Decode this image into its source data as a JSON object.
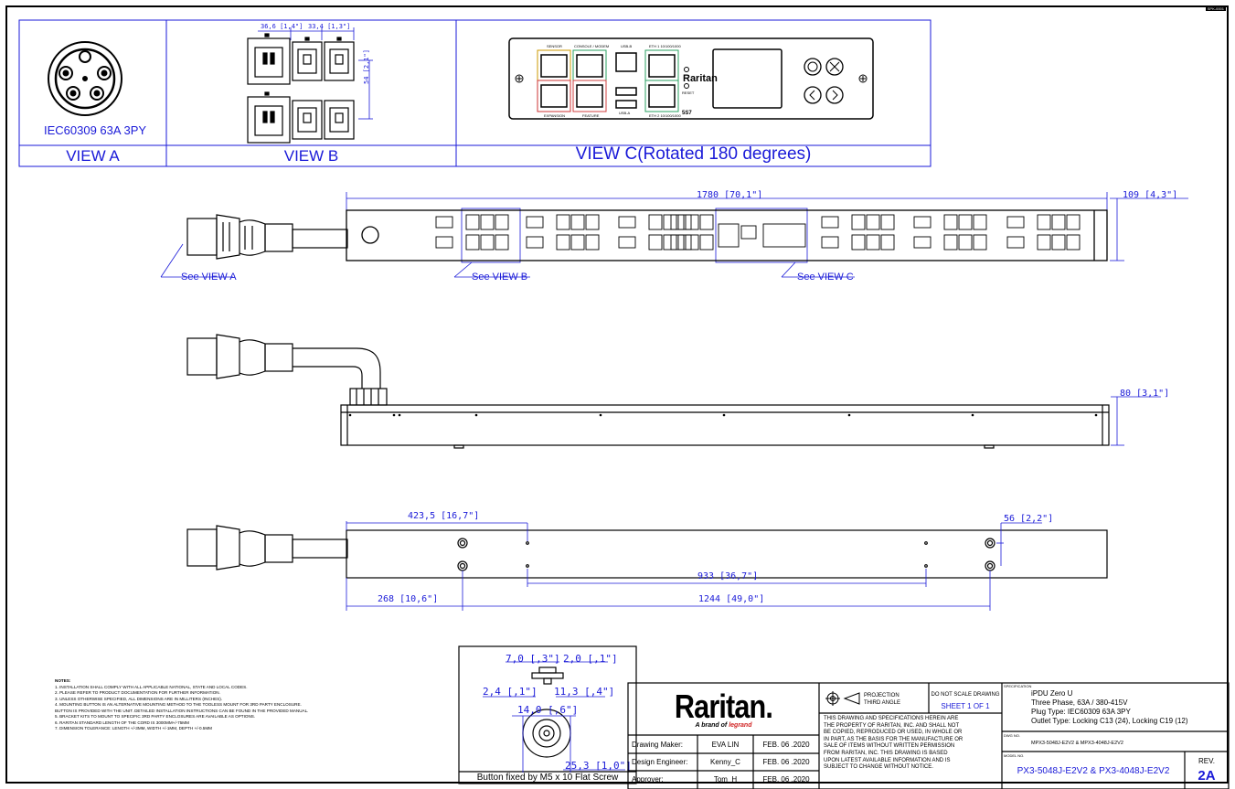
{
  "corner_tag": "SPK-0001",
  "views": {
    "a": {
      "caption": "VIEW A",
      "plug_label": "IEC60309 63A 3PY"
    },
    "b": {
      "caption": "VIEW B",
      "dim_w1": "36,6 [1,4\"]",
      "dim_w2": "33,4 [1,3\"]",
      "dim_h": "54 [2,1\"]"
    },
    "c": {
      "caption": "VIEW C(Rotated 180 degrees)",
      "port_labels": [
        "SENSOR",
        "CONSOLE / MODEM",
        "USB-B",
        "ETH 1 10/100/1000",
        "EXPANSION",
        "FEATURE",
        "USB-A",
        "ETH 2 10/100/1000"
      ],
      "brand": "Raritan",
      "reset": "RESET",
      "logo": "5S7"
    }
  },
  "top_drawing": {
    "length_dim": "1780 [70,1\"]",
    "depth_dim": "109 [4,3\"]",
    "callout_a": "See VIEW A",
    "callout_b": "See VIEW B",
    "callout_c": "See VIEW C"
  },
  "side_drawing": {
    "height_dim": "80 [3,1\"]"
  },
  "back_drawing": {
    "dim_a": "423,5 [16,7\"]",
    "dim_b": "56 [2,2\"]",
    "dim_c": "933 [36,7\"]",
    "dim_d": "268 [10,6\"]",
    "dim_e": "1244 [49,0\"]"
  },
  "button_detail": {
    "d1": "7,0 [,3\"]",
    "d2": "2,0 [,1\"]",
    "d3": "2,4 [,1\"]",
    "d4": "11,3 [,4\"]",
    "d5": "14,0 [,6\"]",
    "d6": "25,3 [1,0\"]",
    "caption": "Button fixed by M5 x 10 Flat Screw"
  },
  "notes": {
    "title": "NOTES:",
    "lines": [
      "1. INSTALLATION SHALL COMPLY WITH ALL APPLICABLE NATIONAL, STATE AND LOCAL CODES.",
      "2. PLEASE REFER TO PRODUCT DOCUMENTATION FOR FURTHER INFORMATION.",
      "3. UNLESS OTHERWISE SPECIFIED, ALL DIMENSIONS ARE IN MILLITERS (INCHES).",
      "4. MOUNTING BUTTON IS AN ALTERNATIVE MOUNTING METHOD TO THE TOOLESS MOUNT FOR 3RD PARTY ENCLOSURE.",
      "   BUTTON IS PROVIDED WITH THE UNIT. DETAILED INSTALLATION INSTRUCTIONS CAN BE FOUND IN THE PROVIDED MANUAL.",
      "5. BRACKET KITS TO MOUNT TO SPECIFIC 3RD PARTY ENCLOSURES ARE AVAILABLE AS OPTIONS.",
      "6. RARITAN STANDARD LENGTH OF THE CORD IS 3000MM+/-75MM",
      "7. DIMENSION TOLERANCE: LENGTH +/-3MM, WIDTH +/-1MM, DEPTH +/-0.5MM"
    ]
  },
  "title_block": {
    "company": "Raritan.",
    "tagline": "A brand of",
    "tagline_brand": "legrand",
    "rows": [
      {
        "role": "Drawing Maker:",
        "name": "EVA LIN",
        "date": "FEB. 06 .2020"
      },
      {
        "role": "Design Engineer:",
        "name": "Kenny_C",
        "date": "FEB. 06 .2020"
      },
      {
        "role": "Approver:",
        "name": "Tom_H",
        "date": "FEB. 06 .2020"
      }
    ],
    "projection": "PROJECTION",
    "projection_angle": "THIRD ANGLE",
    "no_scale": "DO NOT SCALE DRAWING",
    "sheet": "SHEET 1 OF 1",
    "legal": [
      "THIS DRAWING AND SPECIFICATIONS HEREIN ARE",
      "THE PROPERTY OF RARITAN, INC. AND SHALL NOT",
      "BE COPIED, REPRODUCED OR USED, IN WHOLE OR",
      "IN PART, AS THE BASIS FOR THE MANUFACTURE OR",
      "SALE OF ITEMS WITHOUT WRITTEN PERMISSION",
      "FROM RARITAN, INC. THIS DRAWING IS BASED",
      "UPON LATEST AVAILABLE INFORMATION AND IS",
      "SUBJECT TO CHANGE WITHOUT NOTICE."
    ],
    "spec_label": "SPECIFICATION",
    "spec_lines": [
      "iPDU Zero U",
      "Three Phase, 63A / 380-415V",
      "Plug Type: IEC60309 63A 3PY",
      "Outlet Type: Locking C13 (24), Locking C19 (12)"
    ],
    "dwg_label": "DWG NO.",
    "dwg_no": "MPX3-5048J-E2V2 & MPX3-4048J-E2V2",
    "model_label": "MODEL NO.",
    "model_no": "PX3-5048J-E2V2 & PX3-4048J-E2V2",
    "rev_label": "REV.",
    "rev": "2A"
  }
}
